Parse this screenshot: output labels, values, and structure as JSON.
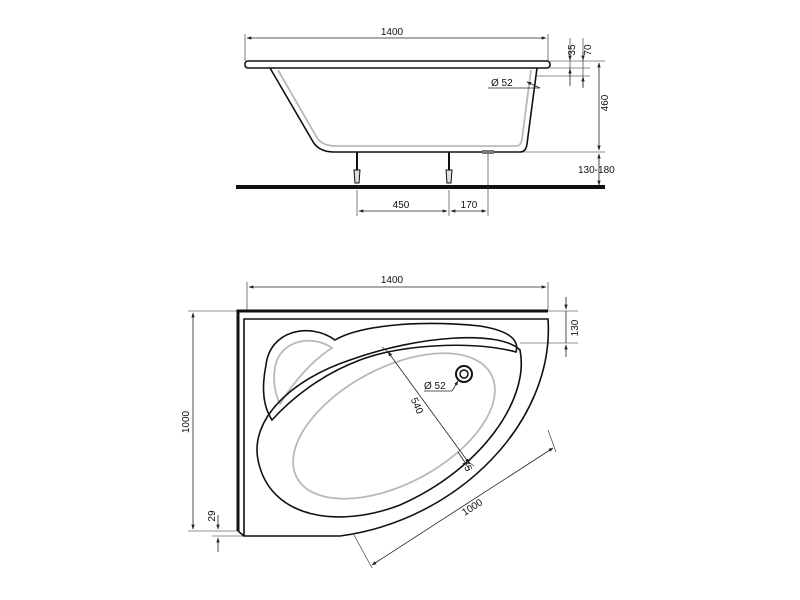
{
  "side_view": {
    "width": "1400",
    "rim": "35",
    "rim_total": "70",
    "drain": "Ø 52",
    "depth": "460",
    "leg_height": "130-180",
    "leg_spacing": "450",
    "drain_offset": "170"
  },
  "top_view": {
    "width": "1400",
    "height": "1000",
    "rim_offset": "130",
    "drain": "Ø 52",
    "basin_width": "540",
    "front_offset": "75",
    "diagonal": "1000",
    "bottom_margin": "29"
  },
  "colors": {
    "line": "#111111",
    "inner_line": "#b9b9b9",
    "background": "#ffffff"
  }
}
